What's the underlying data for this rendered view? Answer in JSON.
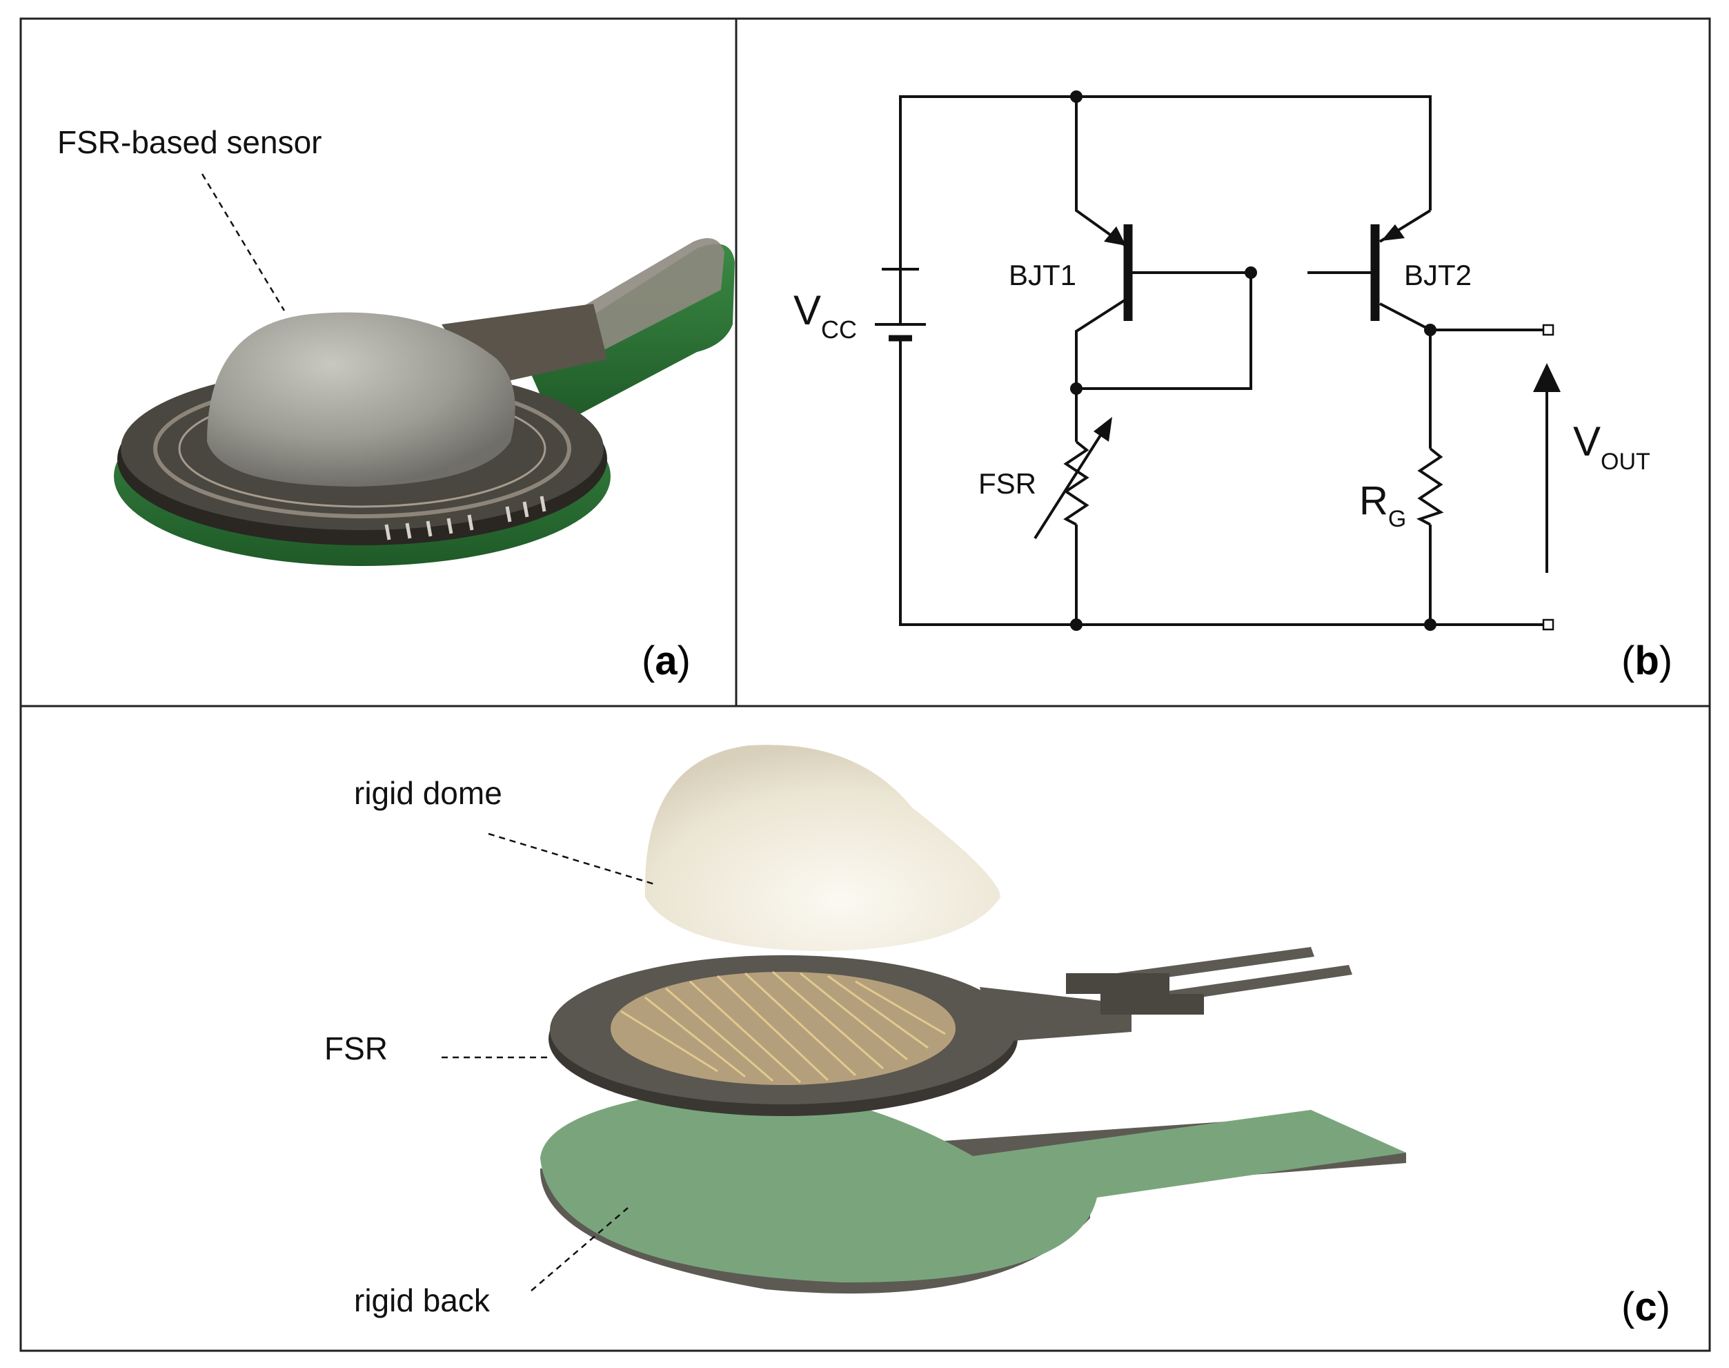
{
  "panel_a": {
    "tag_open": "(",
    "tag_letter": "a",
    "tag_close": ")",
    "label_sensor": "FSR-based sensor"
  },
  "panel_b": {
    "tag_open": "(",
    "tag_letter": "b",
    "tag_close": ")",
    "vcc_main": "V",
    "vcc_sub": "CC",
    "bjt1": "BJT1",
    "bjt2": "BJT2",
    "fsr": "FSR",
    "rg_main": "R",
    "rg_sub": "G",
    "vout_main": "V",
    "vout_sub": "OUT"
  },
  "panel_c": {
    "tag_open": "(",
    "tag_letter": "c",
    "tag_close": ")",
    "label_dome": "rigid dome",
    "label_fsr": "FSR",
    "label_back": "rigid back"
  },
  "colors": {
    "frame": "#222222",
    "wire": "#111111",
    "dome_grey": "#9a9a92",
    "pcb_green": "#2f7a3a",
    "fsr_dark": "#4a4640",
    "dome_cream": "#ece6d6",
    "back_green": "#7aa57c",
    "trace_gold": "#c9a76a"
  }
}
